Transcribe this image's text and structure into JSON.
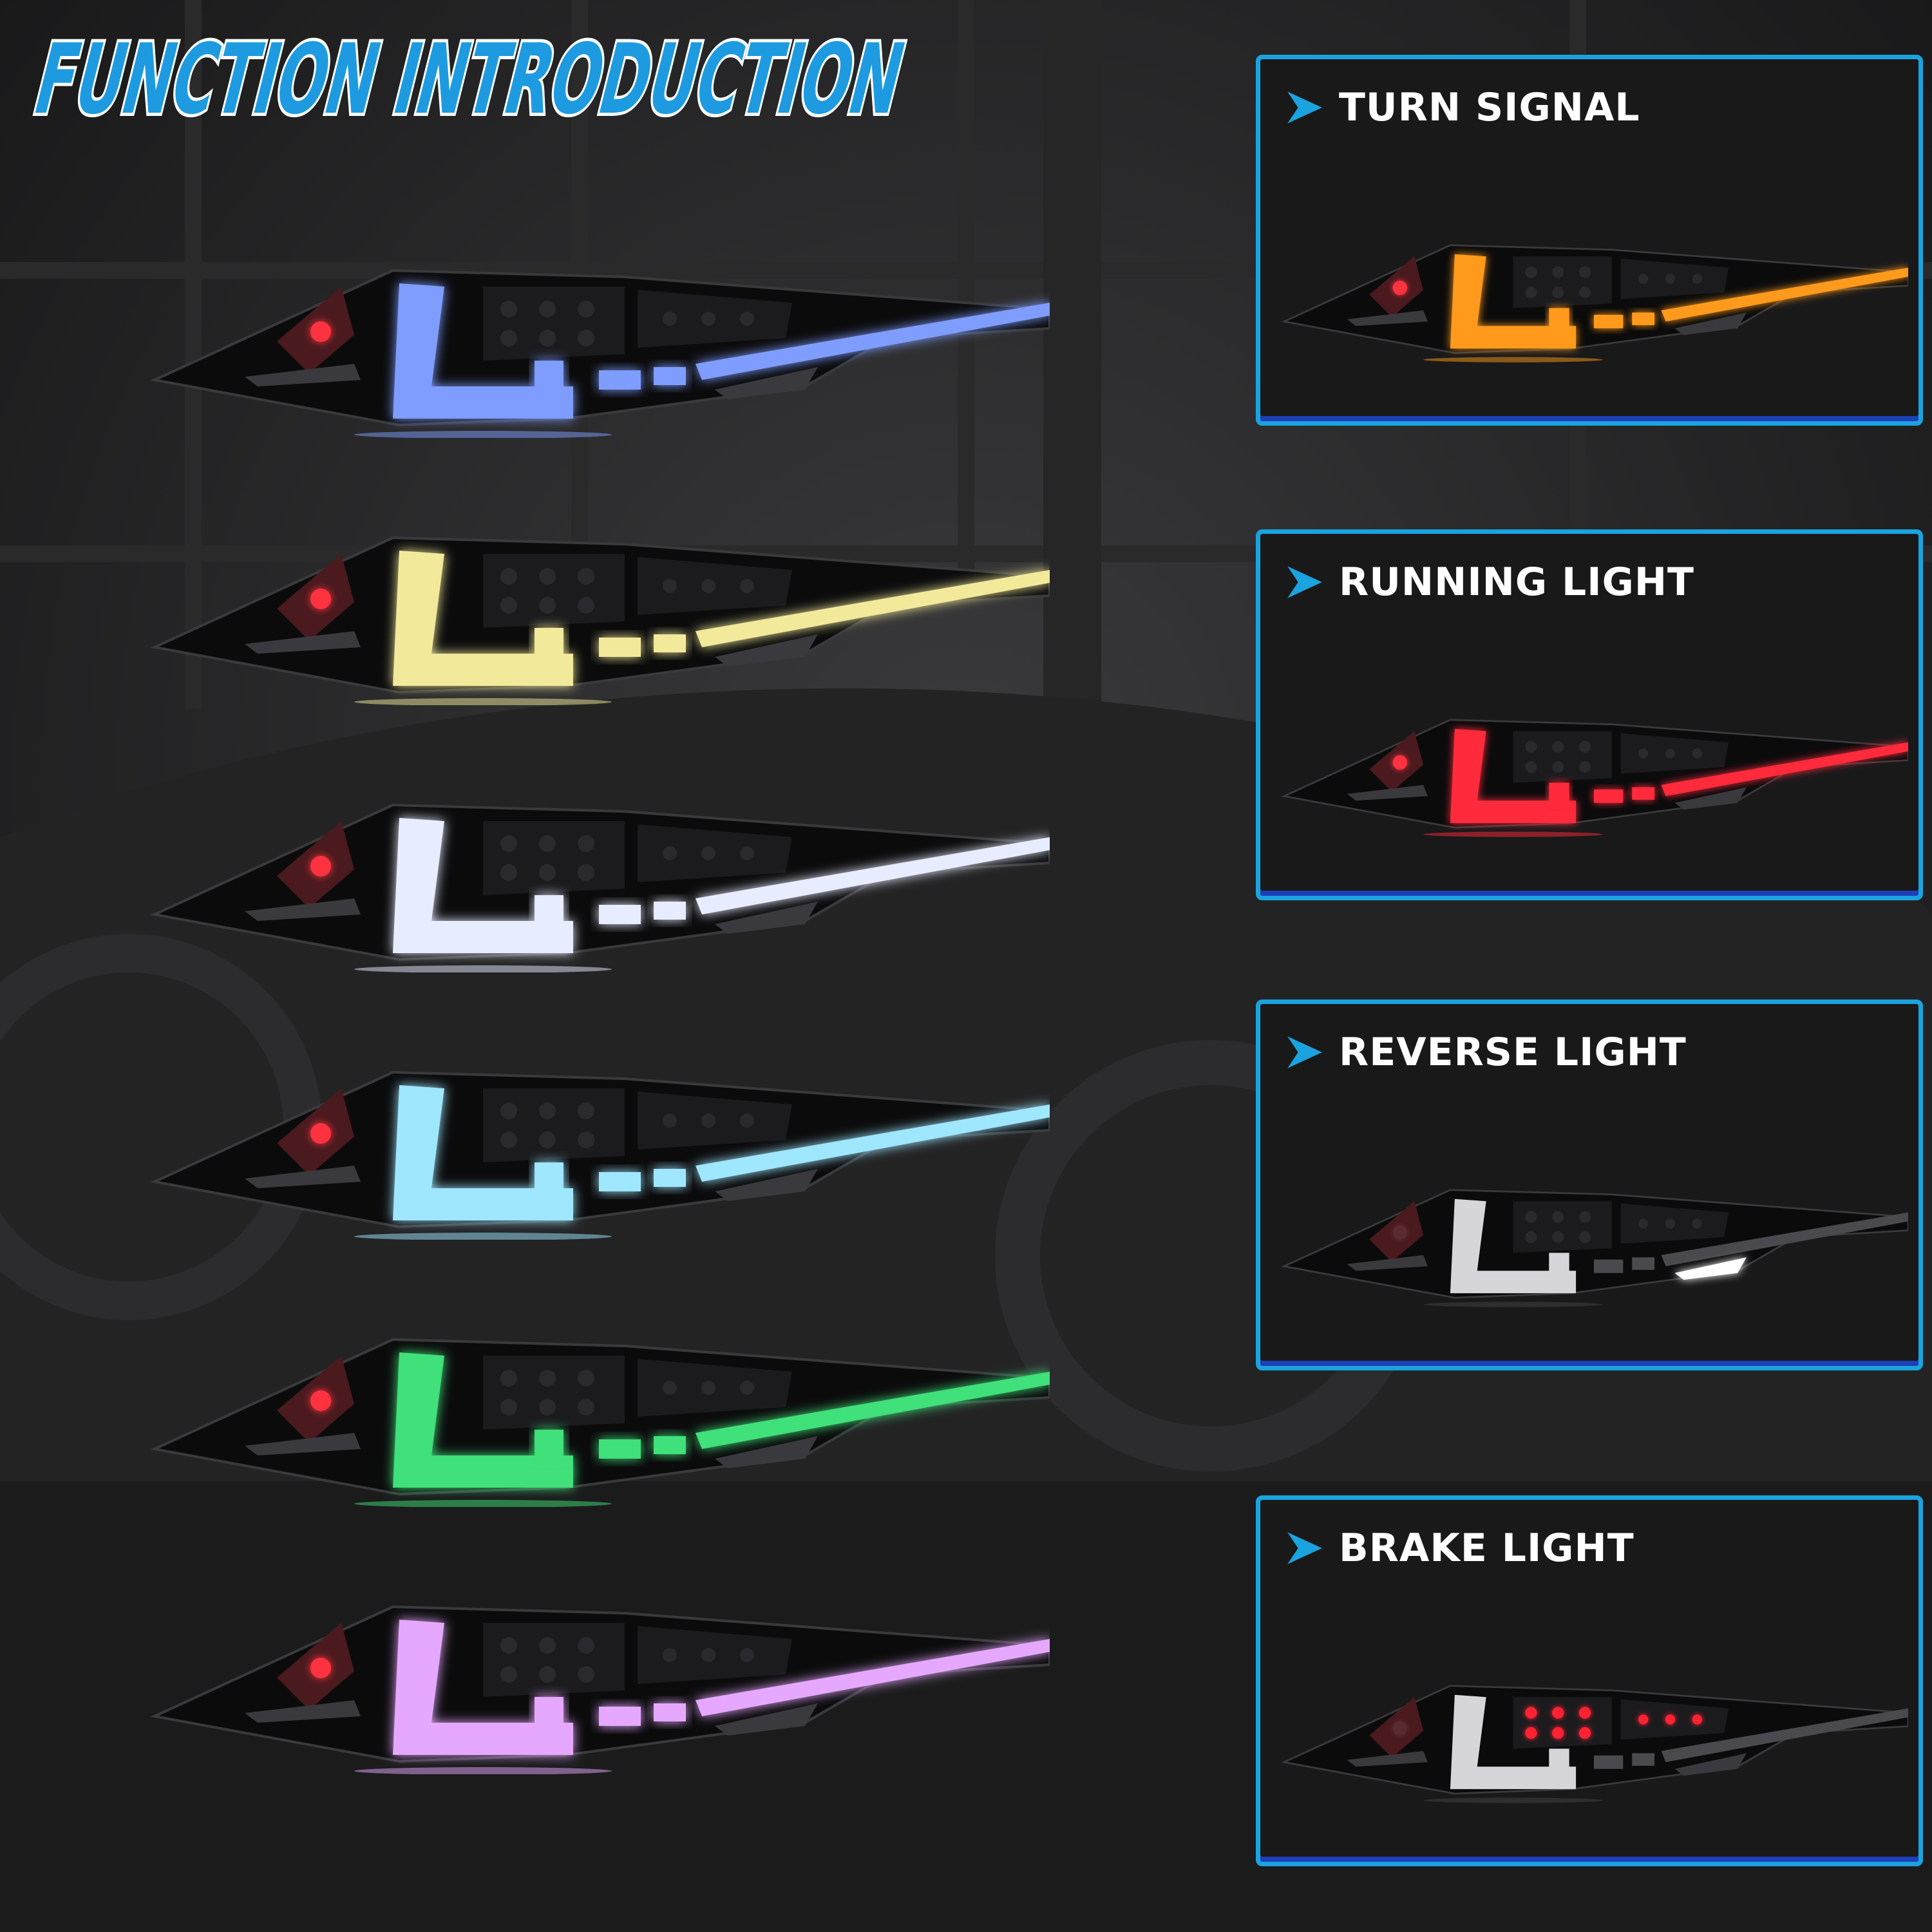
{
  "title": "FUNCTION INTRODUCTION",
  "colors": {
    "title_fill": "#1e9be0",
    "title_outline": "#ffffff",
    "panel_border_top": "#1aa3df",
    "panel_border_bottom": "#1d3fb8",
    "chevron": "#1aa3df"
  },
  "rgb_modes": [
    {
      "name": "blue",
      "color": "#7f9dff"
    },
    {
      "name": "yellow",
      "color": "#f2ea9a"
    },
    {
      "name": "white",
      "color": "#e8ecff"
    },
    {
      "name": "cyan",
      "color": "#9fe6ff"
    },
    {
      "name": "green",
      "color": "#3fe07a"
    },
    {
      "name": "purple",
      "color": "#e6a8ff"
    }
  ],
  "functions": [
    {
      "label": "TURN SIGNAL",
      "color": "#ff9a1a",
      "part": "sweep"
    },
    {
      "label": "RUNNING LIGHT",
      "color": "#ff2a3a",
      "part": "sweep"
    },
    {
      "label": "REVERSE LIGHT",
      "color": "#ffffff",
      "part": "reverse"
    },
    {
      "label": "BRAKE LIGHT",
      "color": "#ff2030",
      "part": "brake"
    }
  ],
  "icons": {
    "chevron": "chevron-right-icon"
  }
}
